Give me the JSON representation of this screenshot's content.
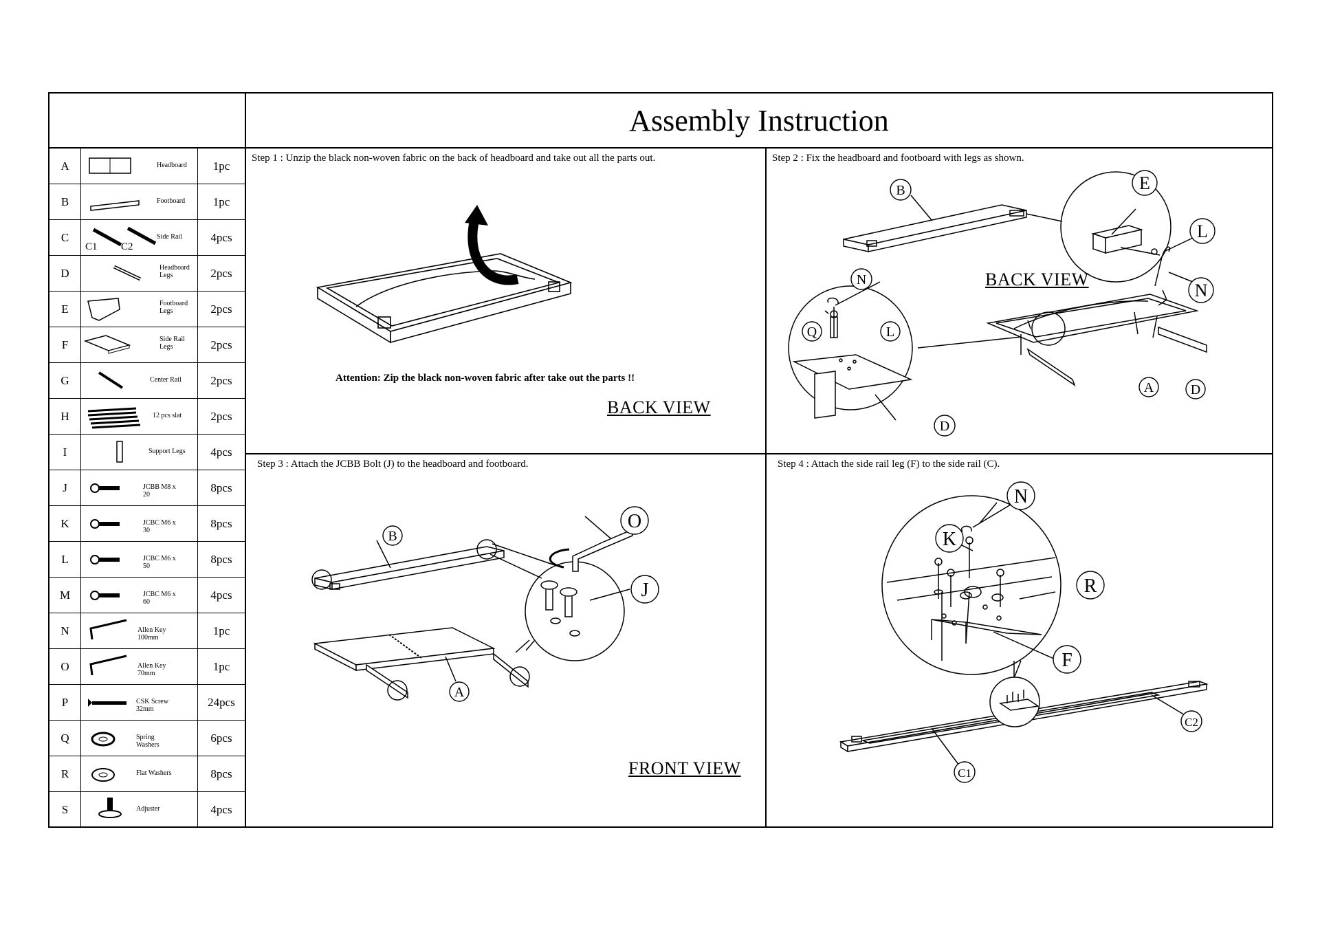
{
  "title": "Assembly Instruction",
  "parts": [
    {
      "letter": "A",
      "name": "Headboard",
      "qty": "1pc",
      "icon": "headboard-icon"
    },
    {
      "letter": "B",
      "name": "Footboard",
      "qty": "1pc",
      "icon": "footboard-icon"
    },
    {
      "letter": "C",
      "name": "Side Rail",
      "qty": "4pcs",
      "icon": "side-rail-icon",
      "sub_labels": [
        "C1",
        "C2"
      ]
    },
    {
      "letter": "D",
      "name": "Headboard Legs",
      "qty": "2pcs",
      "icon": "headboard-leg-icon"
    },
    {
      "letter": "E",
      "name": "Footboard Legs",
      "qty": "2pcs",
      "icon": "footboard-leg-icon"
    },
    {
      "letter": "F",
      "name": "Side Rail Legs",
      "qty": "2pcs",
      "icon": "side-rail-leg-icon"
    },
    {
      "letter": "G",
      "name": "Center Rail",
      "qty": "2pcs",
      "icon": "center-rail-icon"
    },
    {
      "letter": "H",
      "name": "12 pcs slat",
      "qty": "2pcs",
      "icon": "slat-bundle-icon"
    },
    {
      "letter": "I",
      "name": "Support Legs",
      "qty": "4pcs",
      "icon": "support-leg-icon"
    },
    {
      "letter": "J",
      "name": "JCBB M8 x 20",
      "qty": "8pcs",
      "icon": "bolt-icon"
    },
    {
      "letter": "K",
      "name": "JCBC M6 x 30",
      "qty": "8pcs",
      "icon": "bolt-icon"
    },
    {
      "letter": "L",
      "name": "JCBC M6 x 50",
      "qty": "8pcs",
      "icon": "bolt-icon"
    },
    {
      "letter": "M",
      "name": "JCBC M6 x 60",
      "qty": "4pcs",
      "icon": "bolt-icon"
    },
    {
      "letter": "N",
      "name": "Allen Key 100mm",
      "qty": "1pc",
      "icon": "allen-key-icon"
    },
    {
      "letter": "O",
      "name": "Allen Key 70mm",
      "qty": "1pc",
      "icon": "allen-key-icon"
    },
    {
      "letter": "P",
      "name": "CSK Screw 32mm",
      "qty": "24pcs",
      "icon": "screw-icon"
    },
    {
      "letter": "Q",
      "name": "Spring Washers",
      "qty": "6pcs",
      "icon": "spring-washer-icon"
    },
    {
      "letter": "R",
      "name": "Flat Washers",
      "qty": "8pcs",
      "icon": "flat-washer-icon"
    },
    {
      "letter": "S",
      "name": "Adjuster",
      "qty": "4pcs",
      "icon": "adjuster-icon"
    }
  ],
  "steps": [
    {
      "text": "Step 1 : Unzip the black non-woven fabric on the back of headboard and take out all the parts out.",
      "attention": "Attention: Zip the black non-woven fabric after take out the parts !!",
      "view": "BACK VIEW"
    },
    {
      "text": "Step 2 : Fix the headboard and footboard with legs as shown.",
      "view": "BACK VIEW",
      "callouts": [
        "B",
        "E",
        "L",
        "N",
        "N",
        "Q",
        "L",
        "A",
        "D",
        "D"
      ]
    },
    {
      "text": "Step 3 : Attach the JCBB Bolt (J) to the headboard and footboard.",
      "view": "FRONT VIEW",
      "callouts": [
        "B",
        "O",
        "J",
        "A"
      ]
    },
    {
      "text": "Step 4 : Attach the side rail leg (F) to the side rail (C).",
      "callouts": [
        "N",
        "K",
        "R",
        "F",
        "C2",
        "C1"
      ]
    }
  ]
}
